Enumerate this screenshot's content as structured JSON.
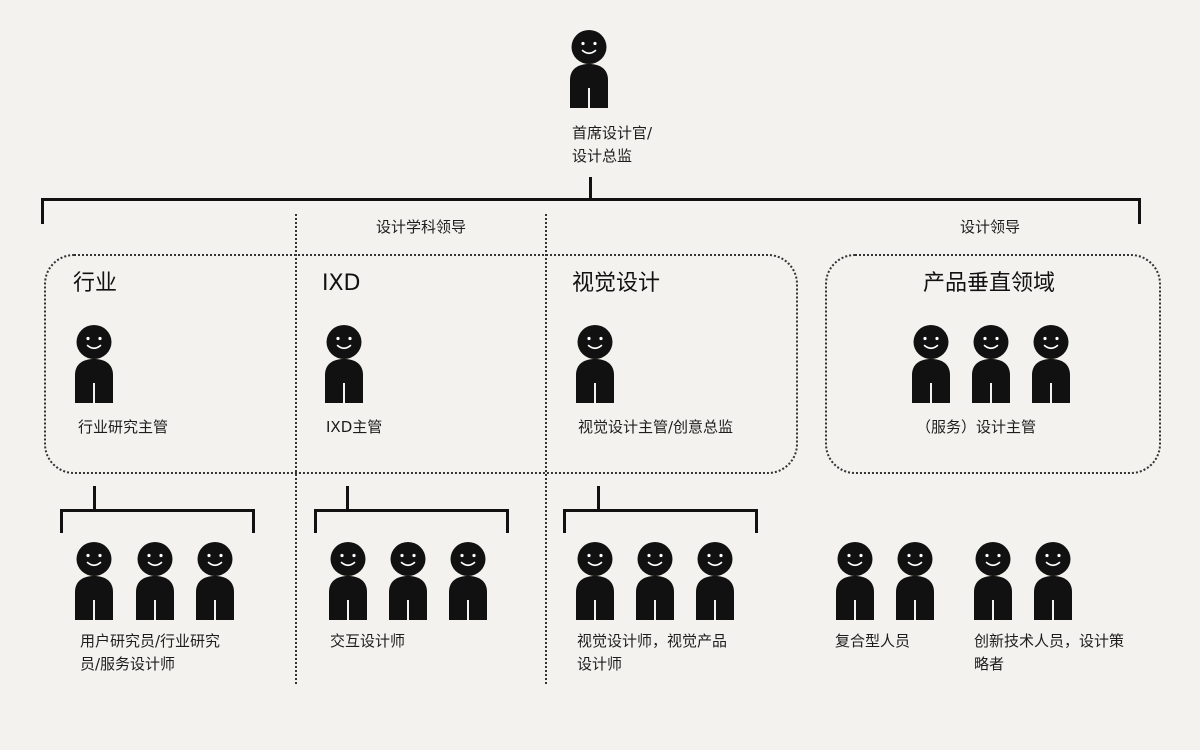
{
  "top": {
    "label_line1": "首席设计官/",
    "label_line2": "设计总监"
  },
  "headers": {
    "discipline": "设计学科领导",
    "design": "设计领导"
  },
  "groups": {
    "industry": {
      "title": "行业",
      "lead": "行业研究主管",
      "team": "用户研究员/行业研究员/服务设计师"
    },
    "ixd": {
      "title": "IXD",
      "lead": "IXD主管",
      "team": "交互设计师"
    },
    "visual": {
      "title": "视觉设计",
      "lead": "视觉设计主管/创意总监",
      "team": "视觉设计师，视觉产品设计师"
    },
    "product": {
      "title": "产品垂直领域",
      "lead": "（服务）设计主管",
      "team_a": "复合型人员",
      "team_b": "创新技术人员，设计策略者"
    }
  },
  "colors": {
    "background": "#f3f2ee",
    "ink": "#111111"
  },
  "icon": "person-icon"
}
